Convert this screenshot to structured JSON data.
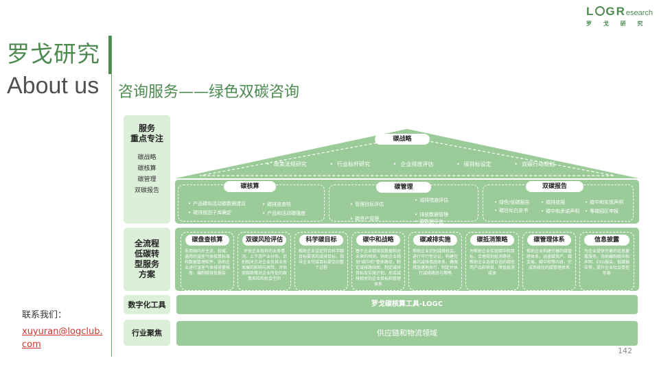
{
  "header": {
    "title_cn": "罗戈研究",
    "title_en": "About us",
    "subtitle": "咨询服务——绿色双碳咨询"
  },
  "logo": {
    "main_left": "L",
    "main_mid": "G",
    "main_right": "R",
    "main_small": "esearch",
    "sub": "罗 戈 研 究"
  },
  "contact": {
    "label": "联系我们：",
    "email": "xuyuran@logclub.com"
  },
  "page_number": "142",
  "sidebar": {
    "focus": {
      "title": "服务\n重点专注",
      "items": [
        "碳战略",
        "碳核算",
        "碳管理",
        "双碳报告"
      ]
    },
    "process": {
      "title": "全流程\n低碳转\n型服务\n方案"
    },
    "digital": {
      "title": "数字化工具"
    },
    "industry": {
      "title": "行业聚焦"
    }
  },
  "roof": {
    "label": "碳战略",
    "items": [
      "政策法规研究",
      "行业标杆研究",
      "企业排放评估",
      "碳目标设定",
      "双碳行动规划"
    ]
  },
  "modules": {
    "accounting": {
      "label": "碳核算",
      "items": [
        "产品碳和活动碳数据建议",
        "碳排放查核",
        "碳排放因子库确定",
        "产品和活动碳强度"
      ]
    },
    "management": {
      "label": "碳管理",
      "items": [
        "管理目标评估",
        "减排措施评估",
        "排放数据管理",
        "碳资产管理",
        "碳数据平台"
      ]
    },
    "report": {
      "label": "双碳报告",
      "items": [
        "绿色/低碳报告",
        "碳排放报",
        "碳中和实现声明",
        "碳目标白皮书",
        "碳中和承诺声明",
        "零碳园区申报"
      ]
    }
  },
  "solutions": [
    {
      "label": "碳盘查核算",
      "desc": "采用国内外主流、权威、通用的温室气体核算标准和数据管理软件，协助企业进行温室气体排放量核查、编制碳核查报告"
    },
    {
      "label": "双碳风险评估",
      "desc": "评估企业现有的业务情况、上下游产业分布，识别相关方对企业及其业务发展的影响与风险，评估双碳政策对企业所处的政策风险和机会空间"
    },
    {
      "label": "科学碳目标",
      "desc": "帮助企业设定符合科学碳目标要求的减排目标，指导企业完成目标提交的整个过程"
    },
    {
      "label": "碳中和战略",
      "desc": "基于企业碳排放数据和对未来的预测，协助企业规划\"碳中和\"整体路径，制定减排路线图，制定减排目标及实施计划，形成减排相关的企业目标和管理体系"
    },
    {
      "label": "碳减排实施",
      "desc": "帮助企业识别减排机会，进行可行性论证，构建完善的减排措施体系，确保措施落地执行，制定并执行减排路径与策略"
    },
    {
      "label": "碳抵消策略",
      "desc": "为帮助企业实现碳中和目标，合理规划抵消路径，帮助企业选择合适的碳信用产品和项目，降低抵消成本"
    },
    {
      "label": "碳管理体系",
      "desc": "帮助企业构建完善的碳管理体系，涵盖碳资产、碳交易、碳中和等内容，完成系统化的碳管理体系"
    },
    {
      "label": "信息披露",
      "desc": "为企业提供完善的信息披露服务，协助编制碳中和声明、ESG报告、低碳报告等，提升企业社会责任形象"
    }
  ],
  "digital_tool": "罗戈碳核算工具-LOGC",
  "industry_focus": "供应链和物流领域"
}
